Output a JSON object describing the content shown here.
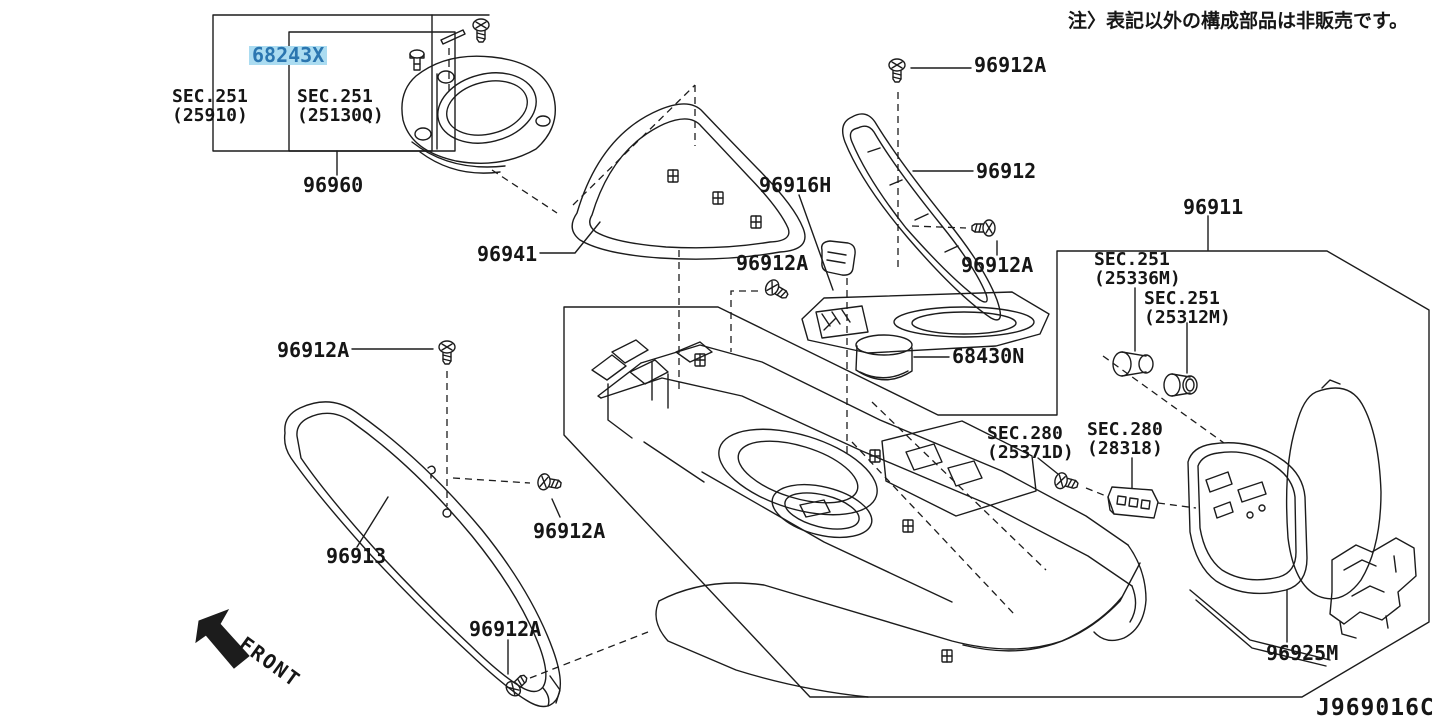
{
  "note": "注〉表記以外の構成部品は非販売です。",
  "diagram_code": "J969016C",
  "front_indicator": "FRONT",
  "highlighted_part": {
    "number": "68243X",
    "bg_color": "#abdcf1",
    "text_color": "#2b76b0"
  },
  "colors": {
    "background": "#ffffff",
    "line": "#1c1c1c",
    "text": "#161616"
  },
  "parts": {
    "p96960": "96960",
    "p96941": "96941",
    "p96916h": "96916H",
    "p96912": "96912",
    "p96912a": "96912A",
    "p96911": "96911",
    "p96913": "96913",
    "p68430n": "68430N",
    "p96925m": "96925M"
  },
  "sections": {
    "sec25910": {
      "line1": "SEC.251",
      "line2": "(25910)"
    },
    "sec25130q": {
      "line1": "SEC.251",
      "line2": "(25130Q)"
    },
    "sec25336m": {
      "line1": "SEC.251",
      "line2": "(25336M)"
    },
    "sec25312m": {
      "line1": "SEC.251",
      "line2": "(25312M)"
    },
    "sec25371d": {
      "line1": "SEC.280",
      "line2": "(25371D)"
    },
    "sec28318": {
      "line1": "SEC.280",
      "line2": "(28318)"
    }
  }
}
